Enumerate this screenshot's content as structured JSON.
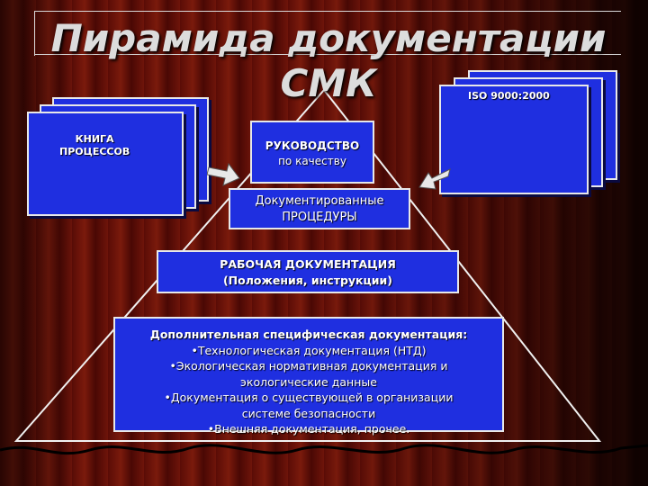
{
  "title": {
    "line1": "Пирамида документации",
    "line2": "СМК"
  },
  "left_doc": {
    "line1": "КНИГА",
    "line2": "ПРОЦЕССОВ"
  },
  "right_doc": {
    "label": "ISO 9000:2000"
  },
  "levels": {
    "l1": {
      "line1": "РУКОВОДСТВО",
      "line2": "по качеству"
    },
    "l2": {
      "line1": "Документированные",
      "line2": "ПРОЦЕДУРЫ"
    },
    "l3": {
      "line1": "РАБОЧАЯ ДОКУМЕНТАЦИЯ",
      "line2": "(Положения, инструкции)"
    },
    "l4": {
      "heading": "Дополнительная специфическая документация:",
      "items": [
        "•Технологическая документация (НТД)",
        "•Экологическая нормативная документация и",
        "экологические данные",
        "•Документация о существующей в организации",
        "системе безопасности",
        "•Внешняя документация, прочее."
      ]
    }
  },
  "colors": {
    "box_blue": "#1f2fe0",
    "background": "#5a0c06",
    "line": "#e8e8e8"
  }
}
